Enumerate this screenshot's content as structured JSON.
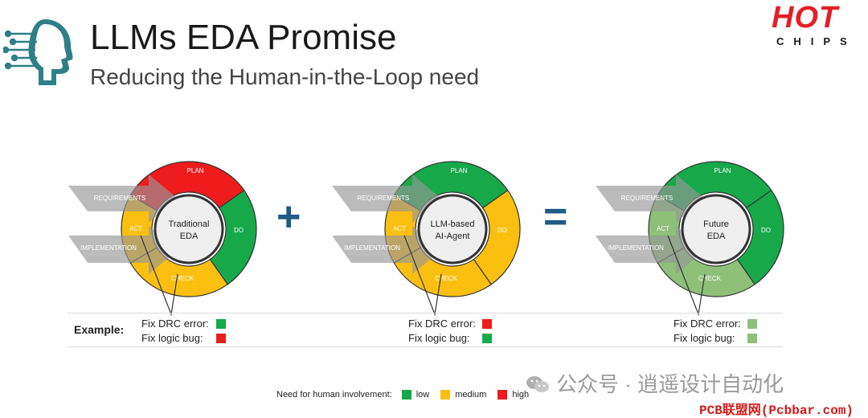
{
  "header": {
    "title": "LLMs EDA Promise",
    "subtitle": "Reducing the Human-in-the-Loop need",
    "logo_top": "HOT",
    "logo_bottom": "CHIPS"
  },
  "operators": {
    "plus": "+",
    "equals": "="
  },
  "cycles": [
    {
      "center_line1": "Traditional",
      "center_line2": "EDA",
      "plan": "PLAN",
      "do": "DO",
      "check": "CHECK",
      "act": "ACT",
      "requirements": "REQUIREMENTS",
      "implementation": "IMPLEMENTATION",
      "colors": {
        "plan": "#ee1c1c",
        "do": "#17a84a",
        "check": "#fbbf10",
        "act": "#fbbf10"
      },
      "fix_drc_label": "Fix DRC error:",
      "fix_drc_color": "#17a84a",
      "fix_logic_label": "Fix logic bug:",
      "fix_logic_color": "#ee1c1c"
    },
    {
      "center_line1": "LLM-based",
      "center_line2": "AI-Agent",
      "plan": "PLAN",
      "do": "DO",
      "check": "CHECK",
      "act": "ACT",
      "requirements": "REQUIREMENTS",
      "implementation": "IMPLEMENTATION",
      "colors": {
        "plan": "#17a84a",
        "do": "#fbbf10",
        "check": "#fbbf10",
        "act": "#fbbf10"
      },
      "fix_drc_label": "Fix DRC error:",
      "fix_drc_color": "#ee1c1c",
      "fix_logic_label": "Fix logic bug:",
      "fix_logic_color": "#17a84a"
    },
    {
      "center_line1": "Future",
      "center_line2": "EDA",
      "plan": "PLAN",
      "do": "DO",
      "check": "CHECK",
      "act": "ACT",
      "requirements": "REQUIREMENTS",
      "implementation": "IMPLEMENTATION",
      "colors": {
        "plan": "#17a84a",
        "do": "#17a84a",
        "check": "#8ec07a",
        "act": "#8ec07a"
      },
      "fix_drc_label": "Fix DRC error:",
      "fix_drc_color": "#8ec07a",
      "fix_logic_label": "Fix logic bug:",
      "fix_logic_color": "#8ec07a"
    }
  ],
  "example_label": "Example:",
  "legend": {
    "label": "Need for human involvement:",
    "items": [
      {
        "name": "low",
        "color": "#17a84a"
      },
      {
        "name": "medium",
        "color": "#fbbf10"
      },
      {
        "name": "high",
        "color": "#ee1c1c"
      }
    ]
  },
  "watermark": "公众号 · 逍遥设计自动化",
  "site_watermark": "PCB联盟网(Pcbbar.com)"
}
